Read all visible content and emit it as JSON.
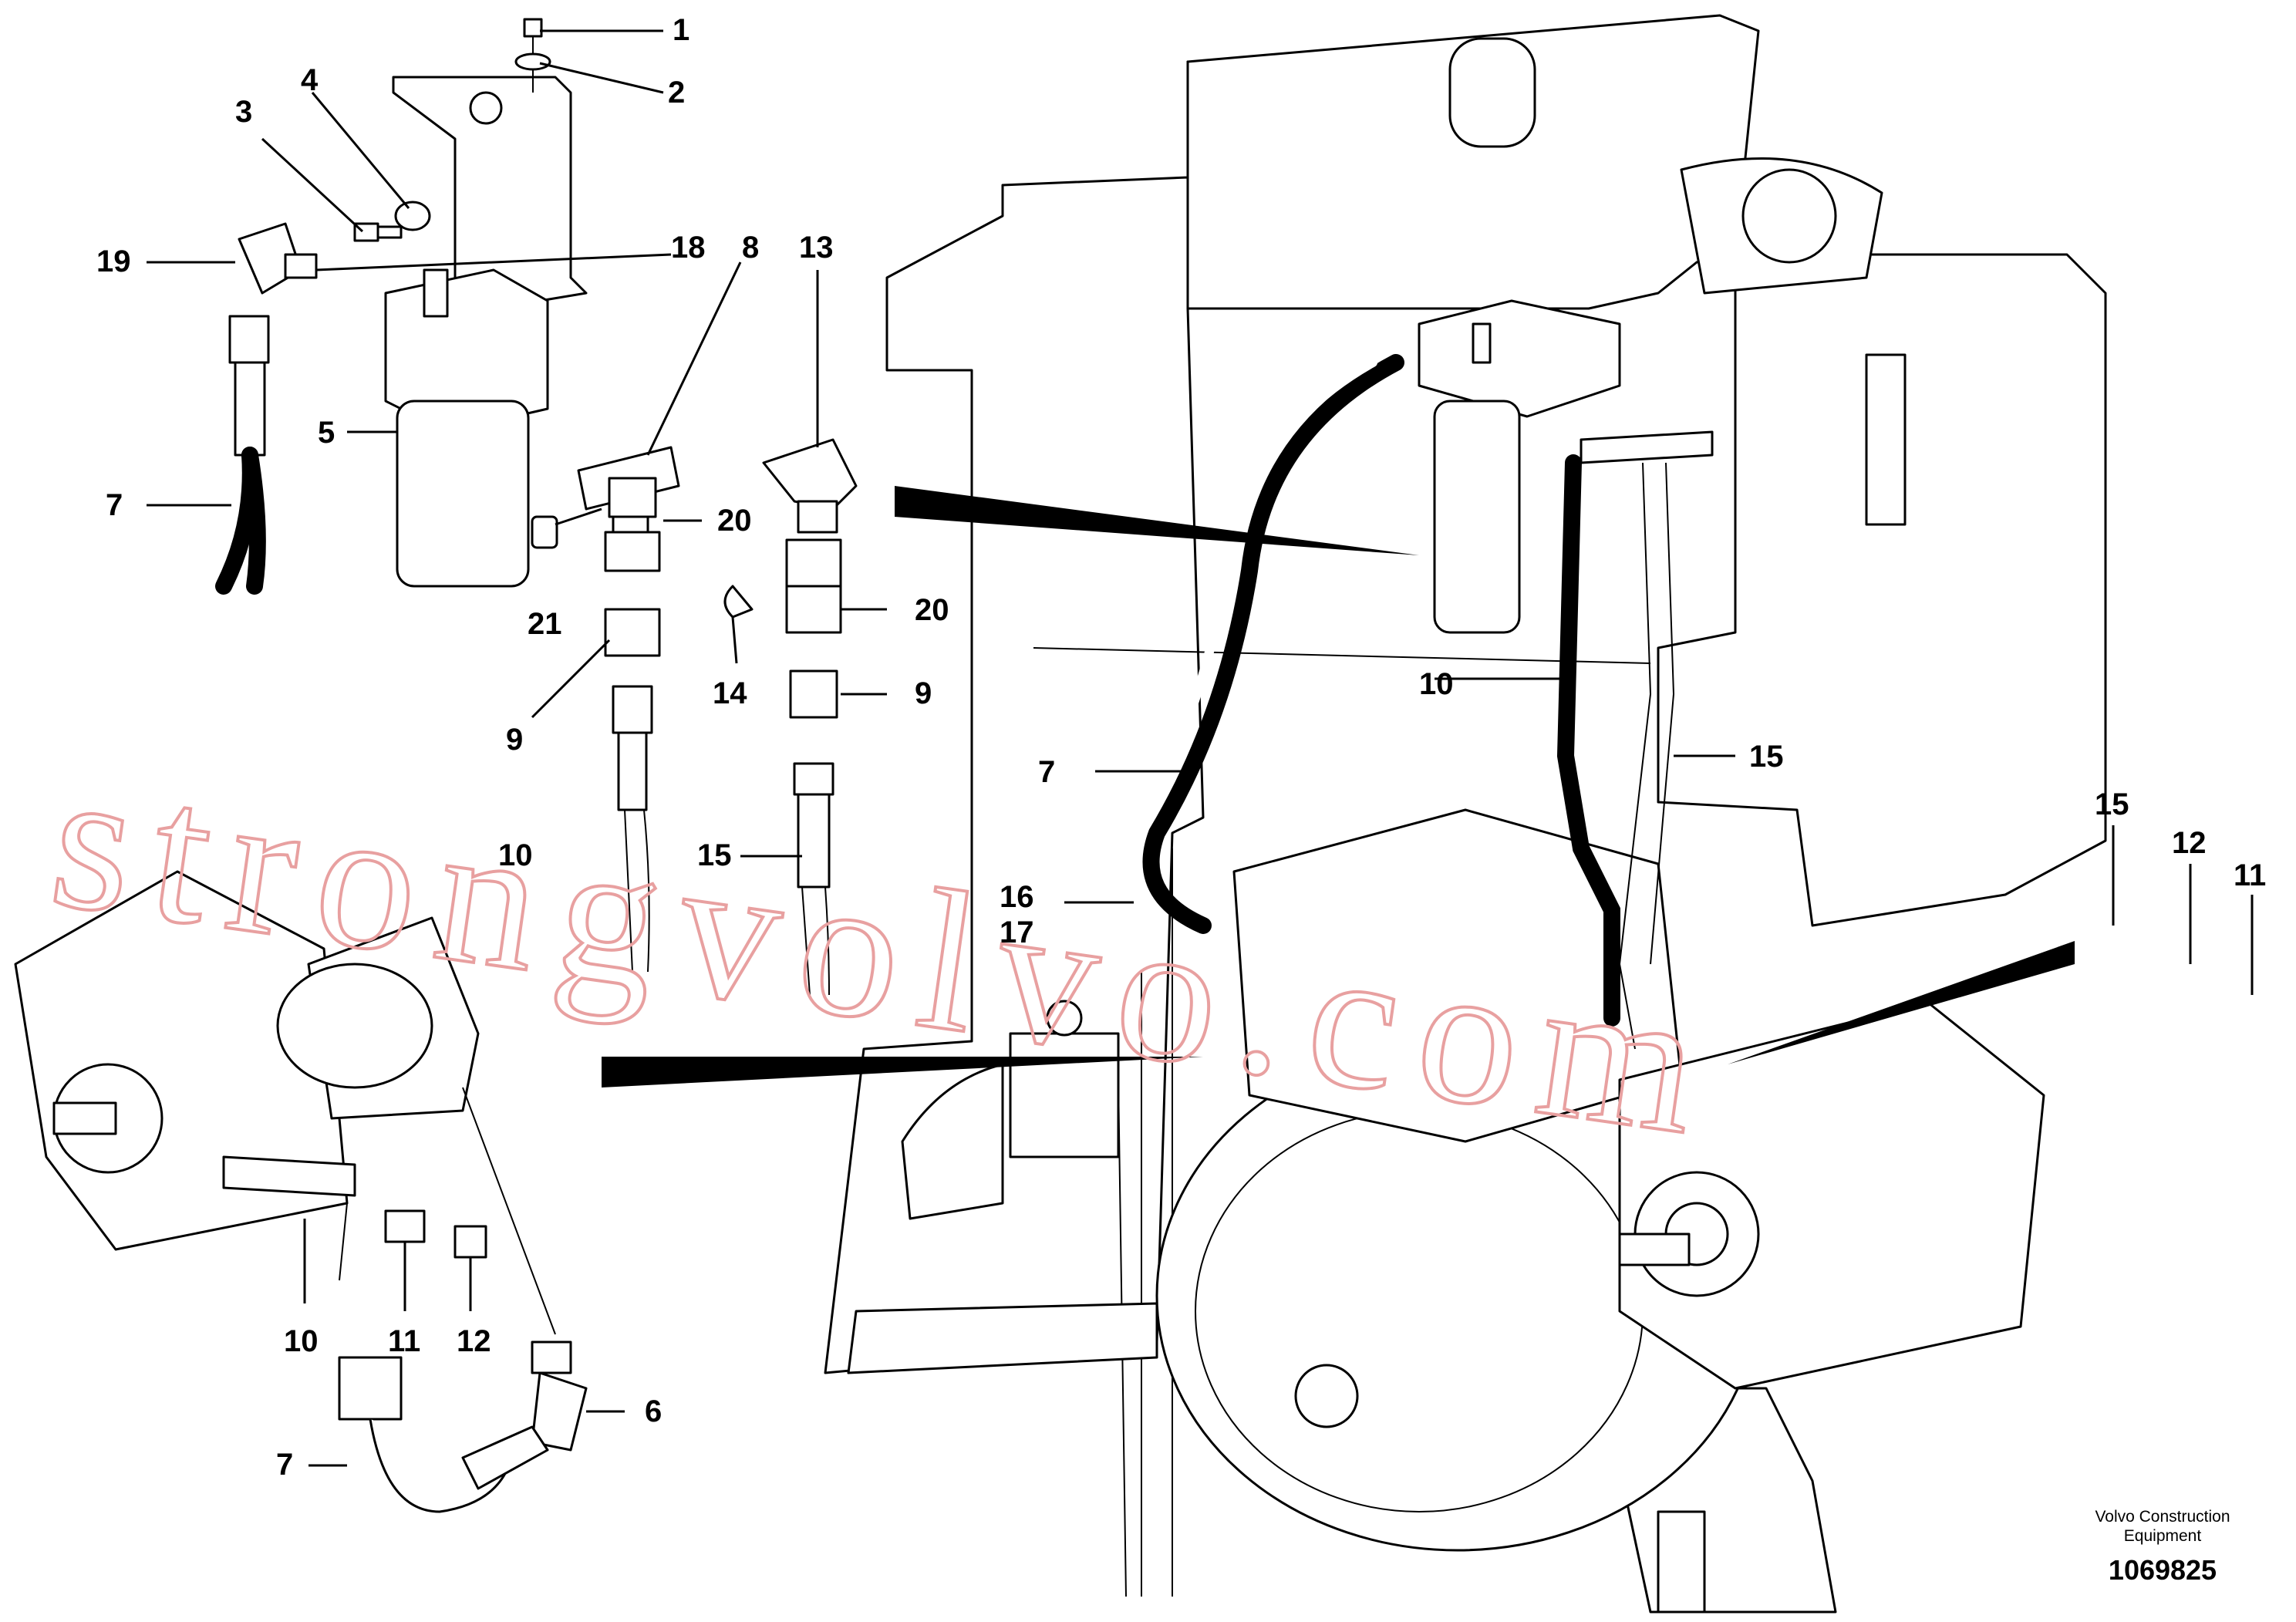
{
  "callouts": {
    "c1": "1",
    "c2": "2",
    "c3": "3",
    "c4": "4",
    "c19": "19",
    "c18": "18",
    "c8": "8",
    "c13": "13",
    "c5": "5",
    "c7a": "7",
    "c20a": "20",
    "c21": "21",
    "c20b": "20",
    "c14": "14",
    "c9a": "9",
    "c9b": "9",
    "c10a": "10",
    "c15a": "15",
    "c10b": "10",
    "c7b": "7",
    "c15b": "15",
    "c16": "16",
    "c17": "17",
    "c15c": "15",
    "c12a": "12",
    "c11a": "11",
    "c10c": "10",
    "c11b": "11",
    "c12b": "12",
    "c6": "6",
    "c7c": "7"
  },
  "watermark": "strongvolvo.com",
  "footer": {
    "brand_line1": "Volvo Construction",
    "brand_line2": "Equipment",
    "drawing_number": "1069825"
  },
  "colors": {
    "line": "#000000",
    "watermark": "#e8a0a0",
    "background": "#ffffff"
  }
}
